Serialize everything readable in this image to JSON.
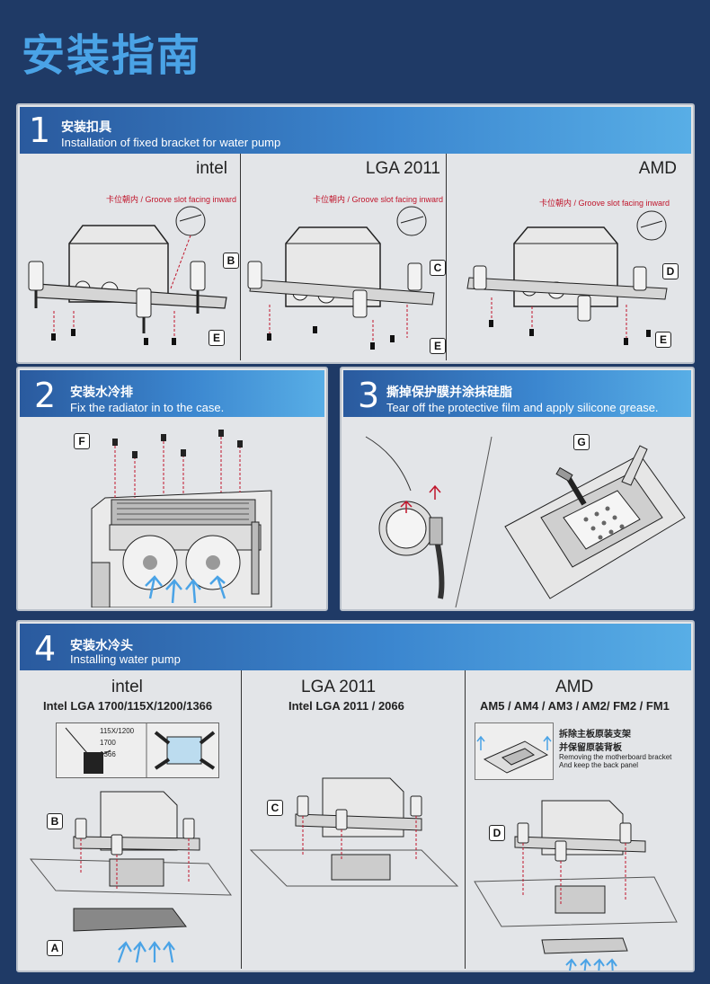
{
  "page_title": "安装指南",
  "steps": {
    "s1": {
      "number": "1",
      "title_zh": "安装扣具",
      "title_en": "Installation of fixed bracket for water pump",
      "columns": [
        {
          "title": "intel",
          "note": "卡位朝内 / Groove slot facing inward",
          "tags": [
            "B",
            "E"
          ]
        },
        {
          "title": "LGA 2011",
          "note": "卡位朝内 / Groove slot facing inward",
          "tags": [
            "C",
            "E"
          ]
        },
        {
          "title": "AMD",
          "note": "卡位朝内 / Groove slot facing inward",
          "tags": [
            "D",
            "E"
          ]
        }
      ]
    },
    "s2": {
      "number": "2",
      "title_zh": "安装水冷排",
      "title_en": "Fix the radiator in to the case.",
      "tag": "F"
    },
    "s3": {
      "number": "3",
      "title_zh": "撕掉保护膜并涂抹硅脂",
      "title_en": "Tear off the protective film and apply silicone grease.",
      "tag": "G"
    },
    "s4": {
      "number": "4",
      "title_zh": "安装水冷头",
      "title_en": "Installing water pump",
      "columns": [
        {
          "title": "intel",
          "subtitle": "Intel LGA 1700/115X/1200/1366",
          "tags": [
            "B",
            "A"
          ],
          "socket_labels": [
            "115X/1200",
            "1700",
            "1366"
          ]
        },
        {
          "title": "LGA 2011",
          "subtitle": "Intel LGA 2011 / 2066",
          "tags": [
            "C"
          ]
        },
        {
          "title": "AMD",
          "subtitle": "AM5 / AM4 / AM3 / AM2/ FM2 / FM1",
          "tags": [
            "D"
          ],
          "note_zh_1": "拆除主板原装支架",
          "note_zh_2": "并保留原装背板",
          "note_en_1": "Removing the motherboard bracket",
          "note_en_2": "And keep the back panel"
        }
      ]
    }
  },
  "colors": {
    "background": "#1f3a66",
    "accent": "#4aa3e6",
    "panel": "#e3e5e8",
    "warning_red": "#c0142a"
  }
}
